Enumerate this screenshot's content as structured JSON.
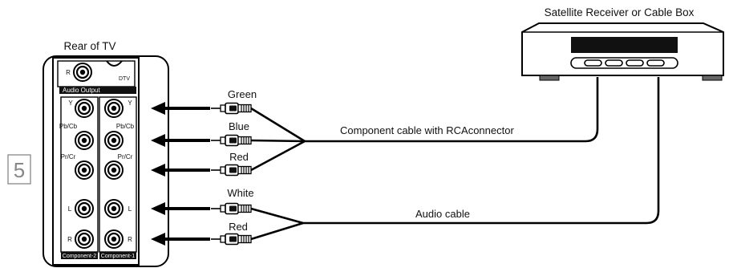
{
  "page_number": "5",
  "tv": {
    "title": "Rear of TV",
    "audio_output": {
      "port_label": "R",
      "dtv_label": "DTV",
      "caption": "Audio Output"
    },
    "component_ports": {
      "y_left": "Y",
      "y_right": "Y",
      "pb_left": "Pb/Cb",
      "pb_right": "Pb/Cb",
      "pr_left": "Pr/Cr",
      "pr_right": "Pr/Cr",
      "l_left": "L",
      "l_right": "L",
      "r_left": "R",
      "r_right": "R"
    },
    "group_left_caption": "Component-2",
    "group_right_caption": "Component-1"
  },
  "receiver": {
    "title": "Satellite Receiver or Cable Box"
  },
  "plugs": {
    "green": "Green",
    "blue": "Blue",
    "red_video": "Red",
    "white": "White",
    "red_audio": "Red"
  },
  "cables": {
    "component": "Component cable with RCAconnector",
    "audio": "Audio cable"
  }
}
